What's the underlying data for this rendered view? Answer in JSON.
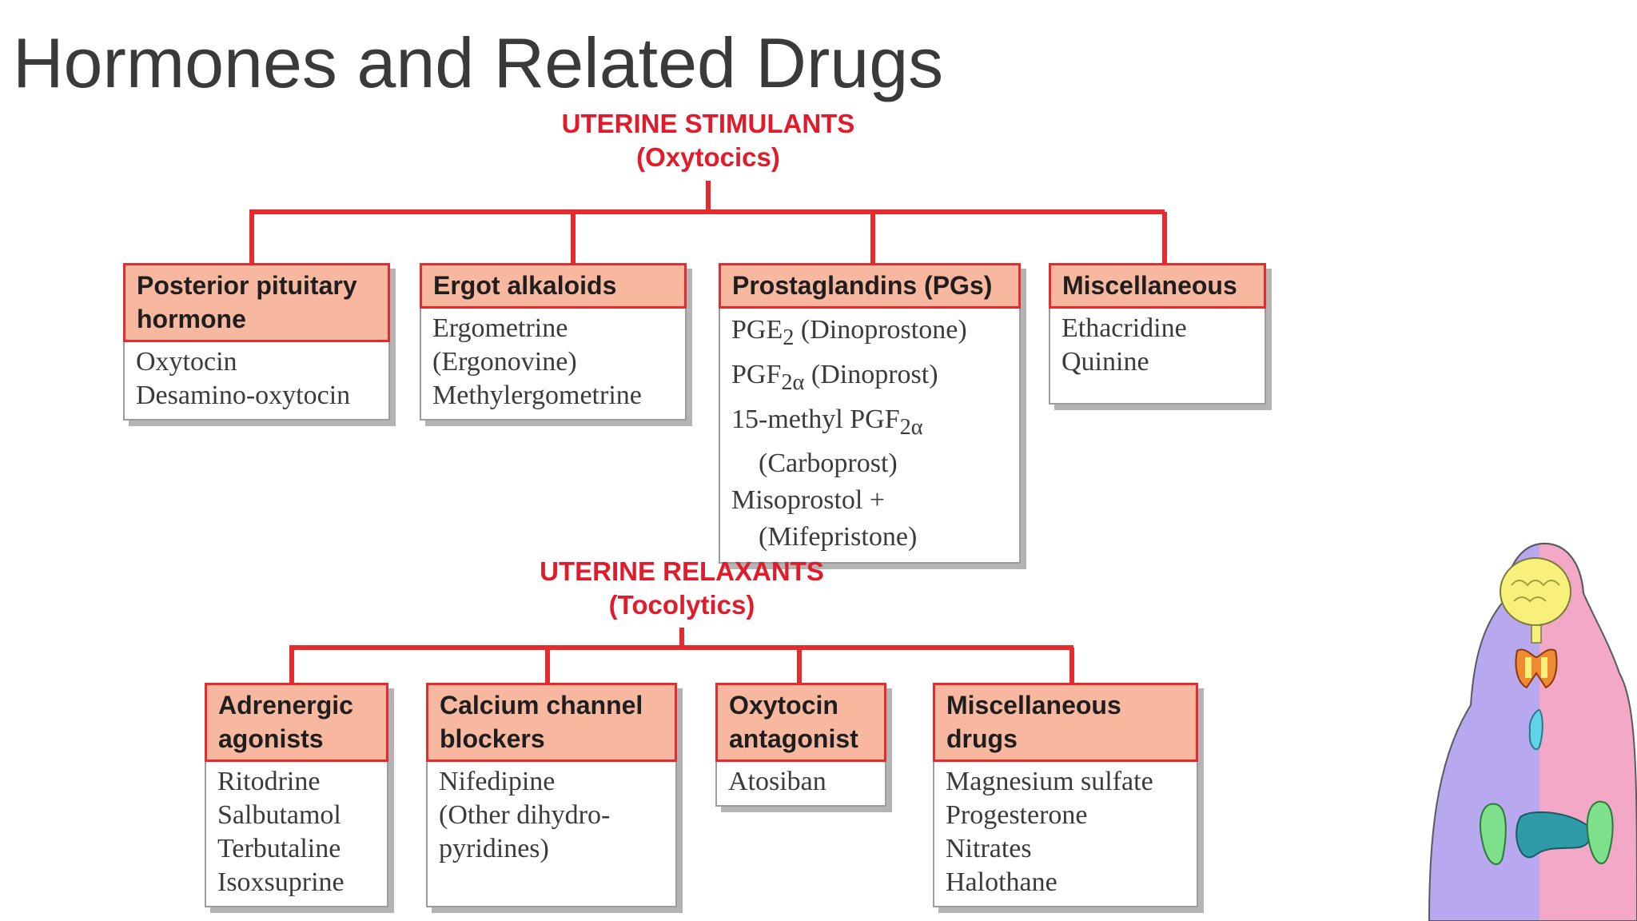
{
  "slide": {
    "title": "Hormones and Related Drugs"
  },
  "stimulants": {
    "title_line1": "UTERINE STIMULANTS",
    "title_line2": "(Oxytocics)",
    "boxes": [
      {
        "header": "Posterior pituitary hormone",
        "items": [
          "Oxytocin",
          "Desamino-oxytocin"
        ]
      },
      {
        "header": "Ergot alkaloids",
        "items": [
          "Ergometrine",
          "(Ergonovine)",
          "Methylergometrine"
        ]
      },
      {
        "header": "Prostaglandins (PGs)",
        "items": [
          {
            "base": "PGE",
            "sub": "2",
            "rest": " (Dinoprostone)"
          },
          {
            "base": "PGF",
            "sub": "2α",
            "rest": " (Dinoprost)"
          },
          {
            "base": "15-methyl PGF",
            "sub": "2α",
            "rest": ""
          },
          {
            "base": "(Carboprost)",
            "sub": "",
            "rest": ""
          },
          {
            "base": "Misoprostol +",
            "sub": "",
            "rest": ""
          },
          {
            "base": "(Mifepristone)",
            "sub": "",
            "rest": ""
          }
        ]
      },
      {
        "header": "Miscellaneous",
        "items": [
          "Ethacridine",
          "Quinine"
        ]
      }
    ]
  },
  "relaxants": {
    "title_line1": "UTERINE RELAXANTS",
    "title_line2": "(Tocolytics)",
    "boxes": [
      {
        "header": "Adrenergic agonists",
        "items": [
          "Ritodrine",
          "Salbutamol",
          "Terbutaline",
          "Isoxsuprine"
        ]
      },
      {
        "header": "Calcium channel blockers",
        "items": [
          "Nifedipine",
          "(Other dihydro-",
          "pyridines)"
        ]
      },
      {
        "header": "Oxytocin antagonist",
        "items": [
          "Atosiban"
        ]
      },
      {
        "header": "Miscellaneous drugs",
        "items": [
          "Magnesium sulfate",
          "Progesterone",
          "Nitrates",
          "Halothane"
        ]
      }
    ]
  },
  "colors": {
    "accent_red": "#e11b2a",
    "header_fill": "#f8b8a0",
    "connector": "#e62b2e",
    "title_text": "#3a3a3a"
  },
  "mascot": {
    "icon": "endocrine-body-icon"
  }
}
